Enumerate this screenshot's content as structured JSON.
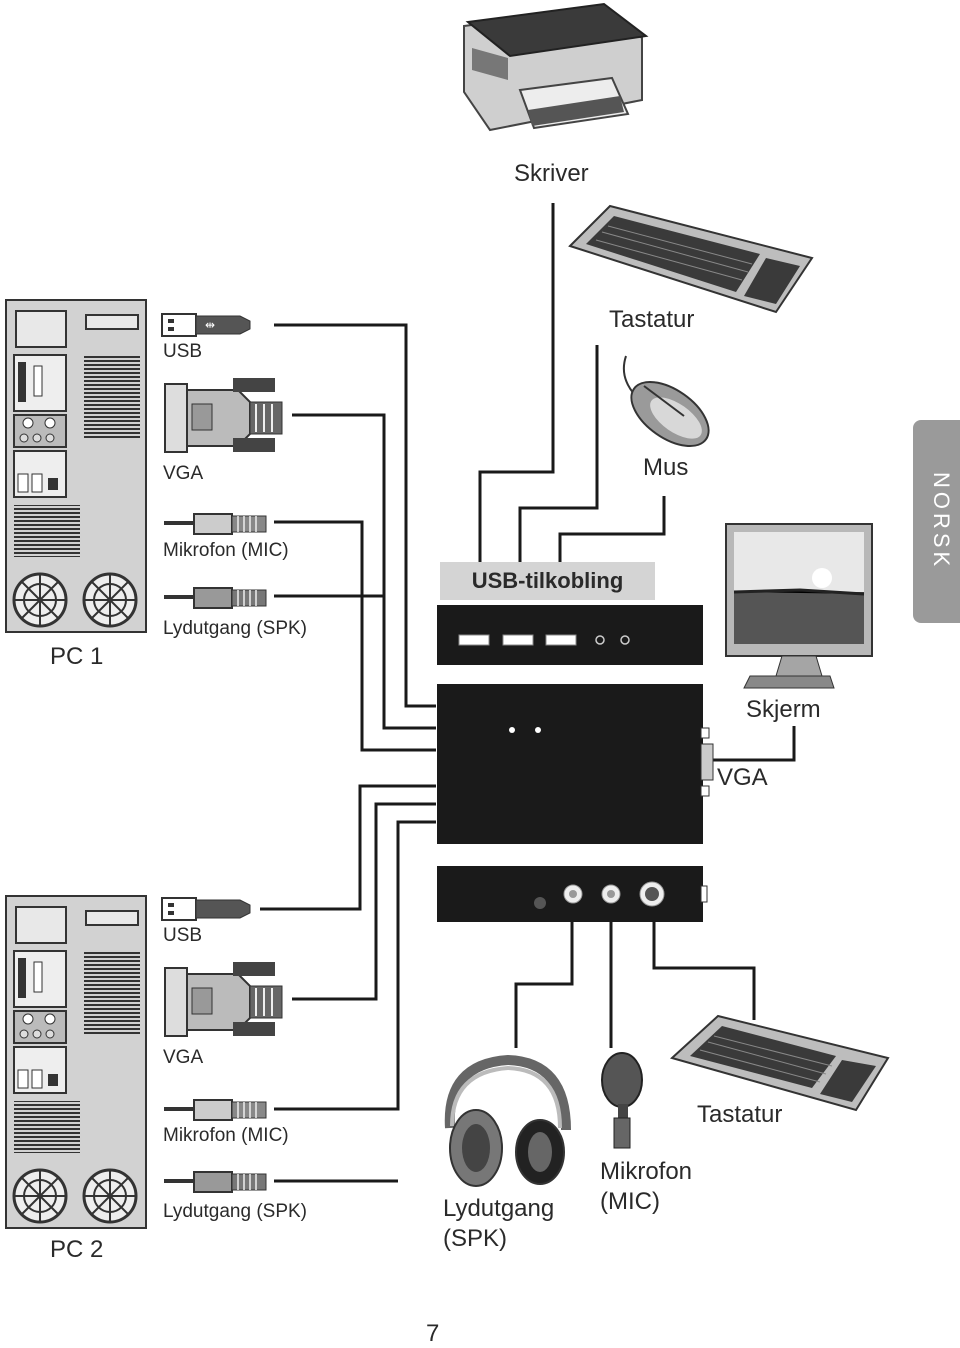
{
  "labels": {
    "printer": "Skriver",
    "keyboard_top": "Tastatur",
    "mouse": "Mus",
    "usb_connection": "USB-tilkobling",
    "monitor": "Skjerm",
    "vga_out": "VGA",
    "pc1": "PC 1",
    "pc2": "PC 2",
    "keyboard_bottom": "Tastatur",
    "headphones": "Lydutgang\n(SPK)",
    "microphone": "Mikrofon\n(MIC)",
    "language_tab": "NORSK",
    "page_number": "7"
  },
  "pc1_ports": {
    "usb": "USB",
    "vga": "VGA",
    "mic": "Mikrofon (MIC)",
    "spk": "Lydutgang (SPK)"
  },
  "pc2_ports": {
    "usb": "USB",
    "vga": "VGA",
    "mic": "Mikrofon (MIC)",
    "spk": "Lydutgang (SPK)"
  },
  "colors": {
    "device_body": "#1a1a1a",
    "cable": "#1a1a1a",
    "tower_gray": "#c9c9c9",
    "tab_gray": "#9a9a9a",
    "label_band": "#d4d4d4"
  }
}
